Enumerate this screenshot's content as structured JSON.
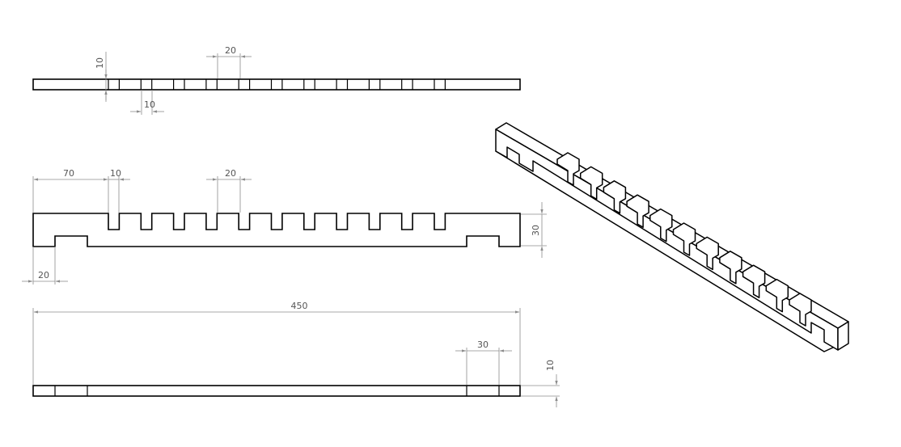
{
  "dimensions": {
    "top_view_height": "10",
    "top_view_pitch": "20",
    "top_view_slot": "10",
    "front_offset": "70",
    "front_slot": "10",
    "front_pitch": "20",
    "front_height": "30",
    "front_notch": "20",
    "bottom_length": "450",
    "bottom_notch": "30",
    "bottom_height": "10"
  },
  "colors": {
    "line": "#000000",
    "dimension": "#8c8c8c",
    "dimension_text": "#555555",
    "background": "#ffffff"
  }
}
